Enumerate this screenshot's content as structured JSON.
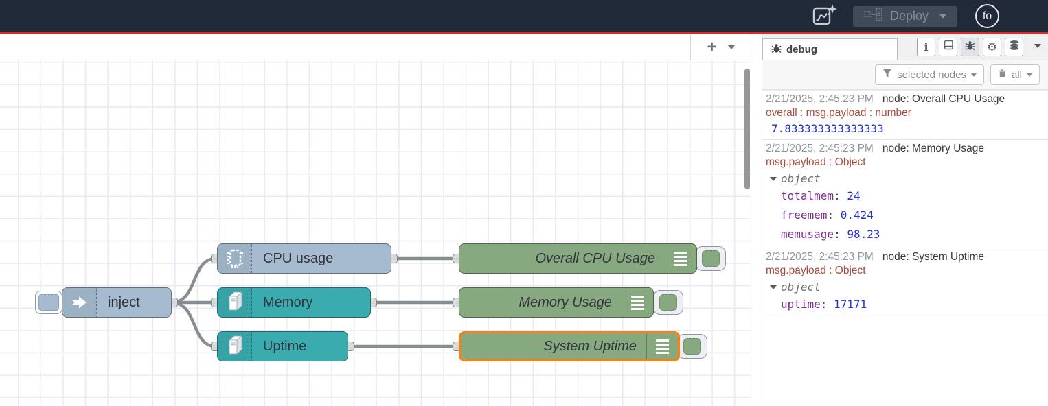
{
  "header": {
    "deploy": {
      "label": "Deploy"
    },
    "avatar": {
      "initials": "fo"
    }
  },
  "canvas_tabbar": {
    "add_button": "+"
  },
  "flow": {
    "inject": {
      "label": "inject"
    },
    "cpu_usage": {
      "label": "CPU usage"
    },
    "memory": {
      "label": "Memory"
    },
    "uptime": {
      "label": "Uptime"
    },
    "debug_overall_cpu": {
      "label": "Overall CPU Usage"
    },
    "debug_memory": {
      "label": "Memory Usage"
    },
    "debug_system_uptime": {
      "label": "System Uptime",
      "selected": true
    }
  },
  "colors": {
    "header_bg": "#212a38",
    "record_bar": "#dd2b25",
    "node_inject": "#a6bbcf",
    "node_os": "#3aacb0",
    "node_debug": "#87a980",
    "selected_border": "#ff7f0e",
    "value_blue": "#2630d6",
    "key_purple": "#7b2d90",
    "path_red": "#ab4a3d"
  },
  "sidebar": {
    "active_tab": "debug",
    "filter_button": {
      "label": "selected nodes"
    },
    "clear_button": {
      "label": "all"
    },
    "messages": [
      {
        "timestamp": "2/21/2025, 2:45:23 PM",
        "node": "node: Overall CPU Usage",
        "path": "overall : msg.payload : number",
        "value": "7.833333333333333"
      },
      {
        "timestamp": "2/21/2025, 2:45:23 PM",
        "node": "node: Memory Usage",
        "path": "msg.payload : Object",
        "object_label": "object",
        "properties": [
          {
            "key": "totalmem",
            "value": "24"
          },
          {
            "key": "freemem",
            "value": "0.424"
          },
          {
            "key": "memusage",
            "value": "98.23"
          }
        ]
      },
      {
        "timestamp": "2/21/2025, 2:45:23 PM",
        "node": "node: System Uptime",
        "path": "msg.payload : Object",
        "object_label": "object",
        "properties": [
          {
            "key": "uptime",
            "value": "17171"
          }
        ]
      }
    ]
  }
}
